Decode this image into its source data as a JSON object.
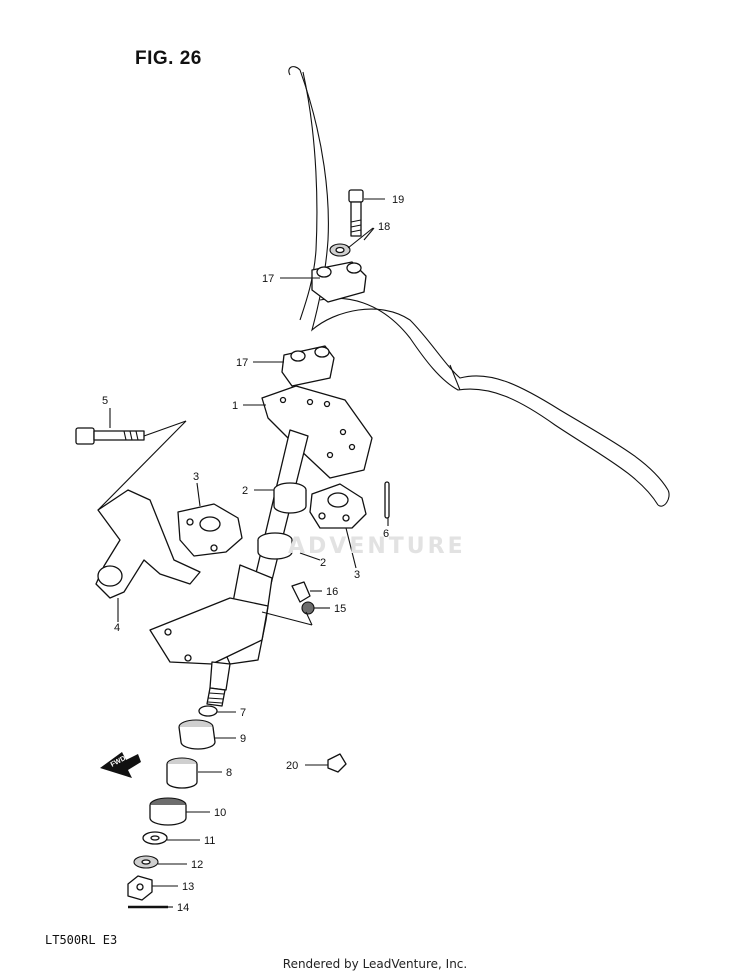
{
  "figure_title": "FIG. 26",
  "model_code": "LT500RL  E3",
  "footer": "Rendered by LeadVenture, Inc.",
  "watermark": "ADVENTURE",
  "fwd_label": "FWD",
  "callouts": {
    "p1": "1",
    "p2a": "2",
    "p2b": "2",
    "p3a": "3",
    "p3b": "3",
    "p4": "4",
    "p5": "5",
    "p6": "6",
    "p7": "7",
    "p8": "8",
    "p9": "9",
    "p10": "10",
    "p11": "11",
    "p12": "12",
    "p13": "13",
    "p14": "14",
    "p15": "15",
    "p16": "16",
    "p17a": "17",
    "p17b": "17",
    "p18": "18",
    "p19": "19",
    "p20": "20"
  }
}
